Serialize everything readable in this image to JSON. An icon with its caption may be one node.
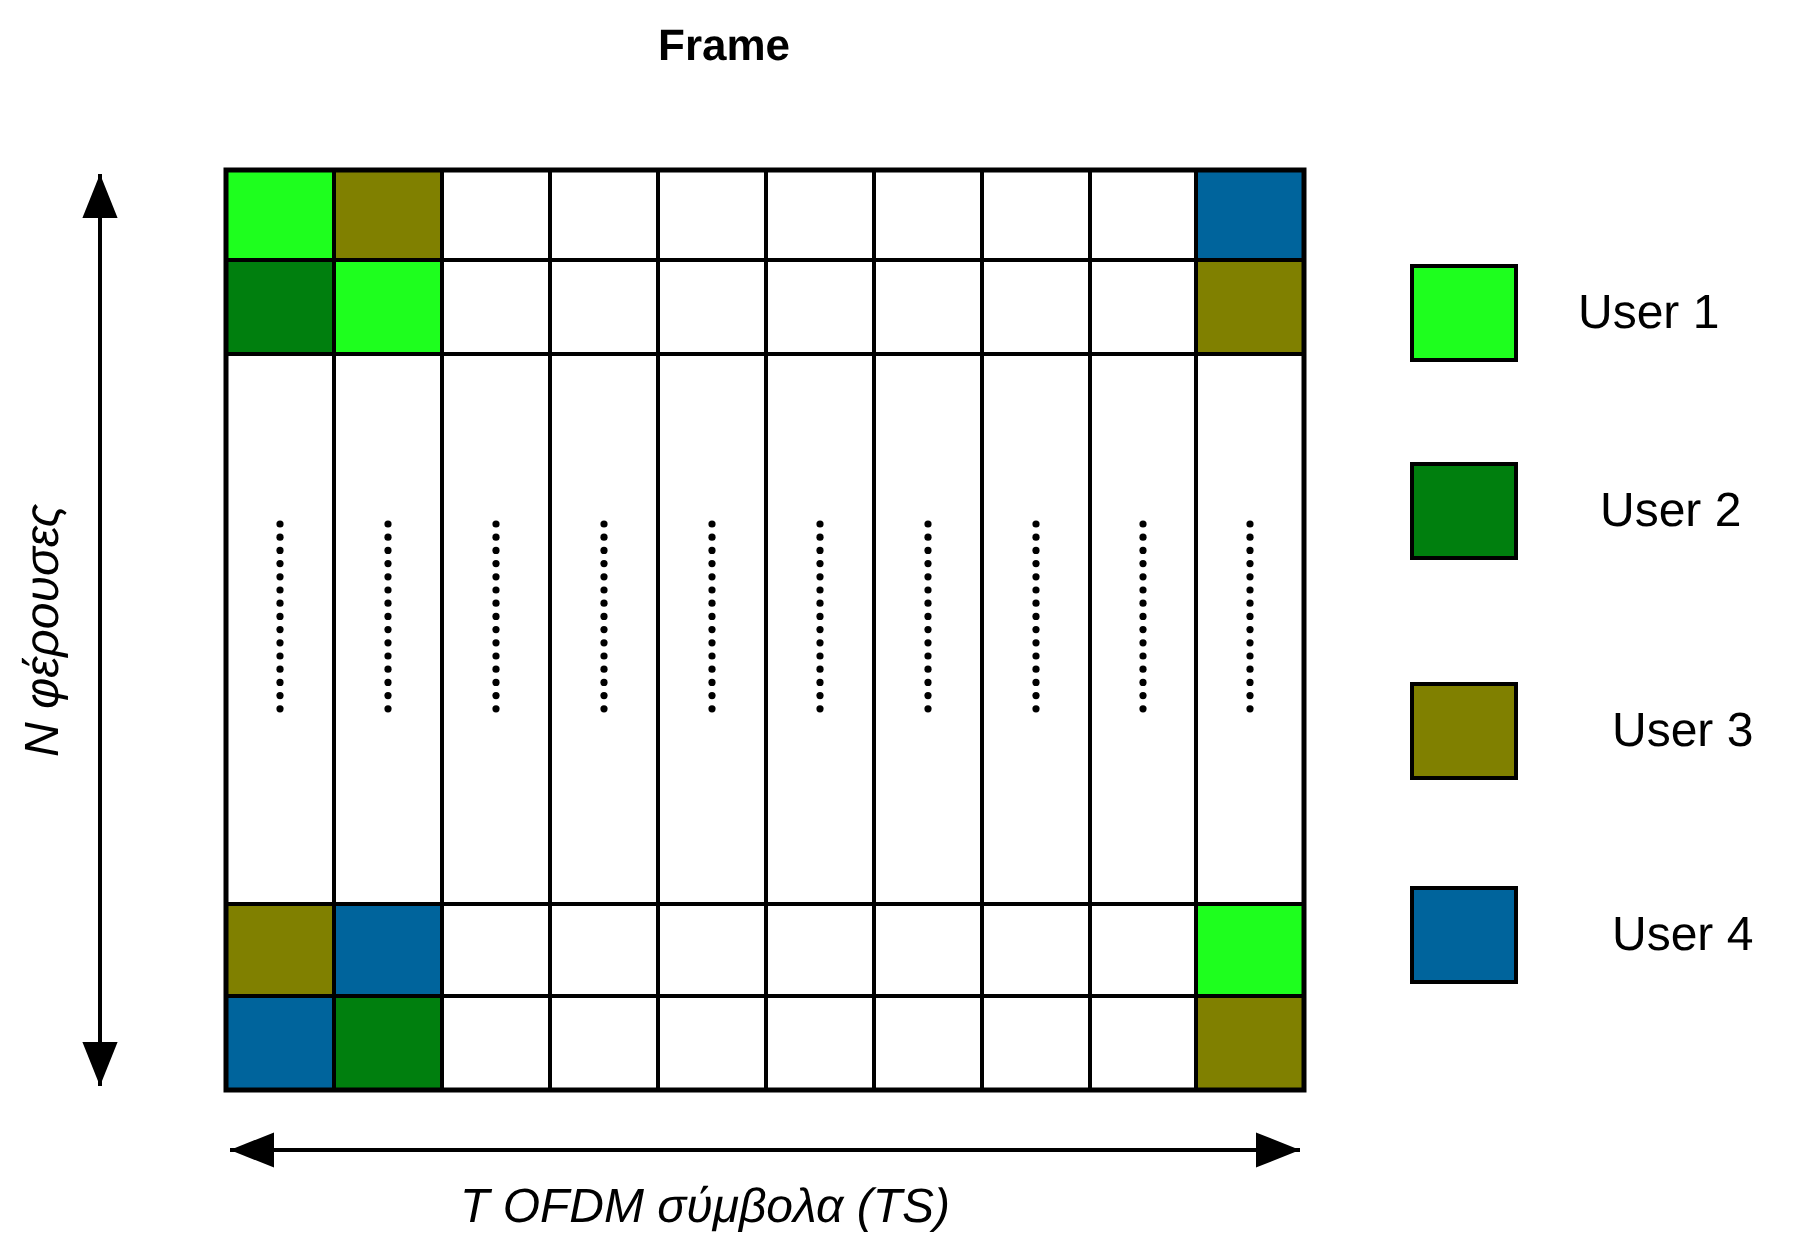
{
  "diagram": {
    "title": "Frame",
    "labels": [
      "N φέρουσες",
      "T OFDM σύμβολα (TS)"
    ],
    "legend": [
      {
        "text": "User 1",
        "color": "#1eff1e"
      },
      {
        "text": "User 2",
        "color": "#007f0e"
      },
      {
        "text": "User 3",
        "color": "#808000"
      },
      {
        "text": "User 4",
        "color": "#00649c"
      }
    ]
  }
}
